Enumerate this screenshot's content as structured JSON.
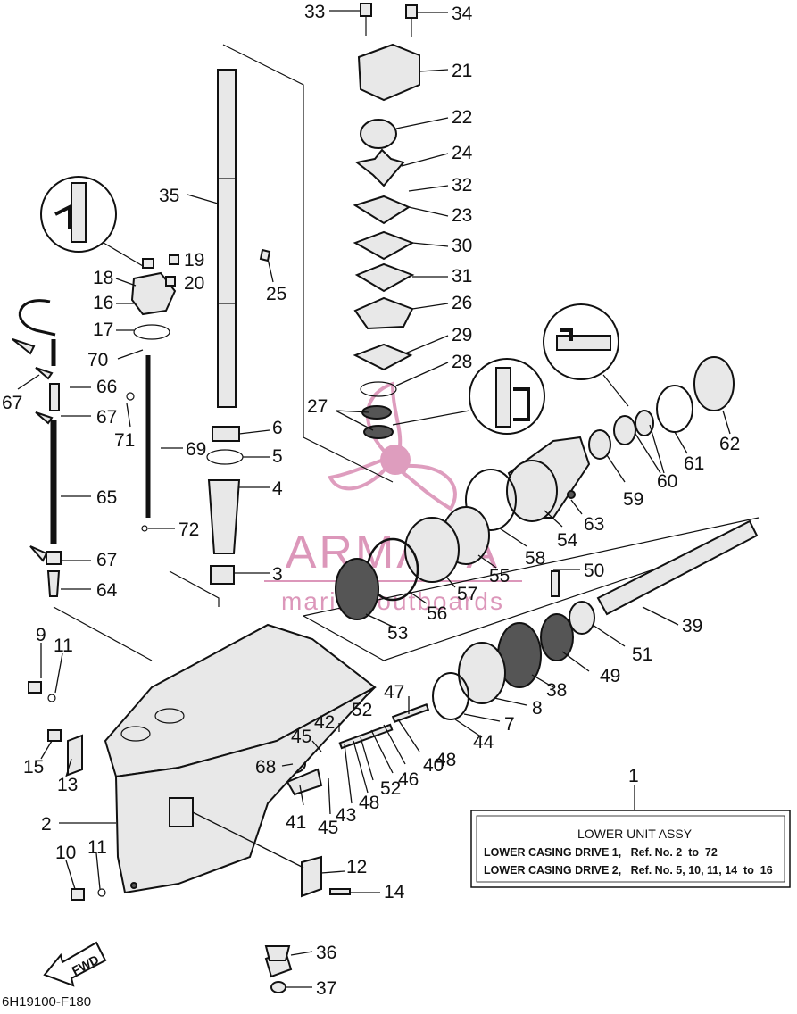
{
  "diagram": {
    "part_numbers": [
      "1",
      "2",
      "3",
      "4",
      "5",
      "6",
      "7",
      "8",
      "9",
      "10",
      "11",
      "11",
      "12",
      "13",
      "14",
      "15",
      "16",
      "17",
      "18",
      "19",
      "20",
      "21",
      "22",
      "23",
      "24",
      "25",
      "26",
      "27",
      "28",
      "29",
      "30",
      "31",
      "32",
      "33",
      "34",
      "35",
      "36",
      "37",
      "38",
      "39",
      "40",
      "41",
      "42",
      "43",
      "44",
      "45",
      "45",
      "46",
      "47",
      "48",
      "48",
      "49",
      "50",
      "51",
      "52",
      "52",
      "53",
      "54",
      "55",
      "56",
      "57",
      "58",
      "59",
      "60",
      "61",
      "62",
      "63",
      "64",
      "65",
      "66",
      "67",
      "67",
      "67",
      "68",
      "69",
      "70",
      "71",
      "72"
    ],
    "legend": {
      "title": "LOWER UNIT ASSY",
      "lines": [
        "LOWER CASING DRIVE 1,   Ref. No. 2  to  72",
        "LOWER CASING DRIVE 2,   Ref. No. 5, 10, 11, 14  to  16"
      ]
    },
    "fwd_label": "FWD",
    "drawing_code": "6H19100-F180",
    "watermark": {
      "brand": "ARMADA",
      "tagline": "marine outboards",
      "color": "#d98cb3"
    },
    "line_color": "#111111"
  }
}
